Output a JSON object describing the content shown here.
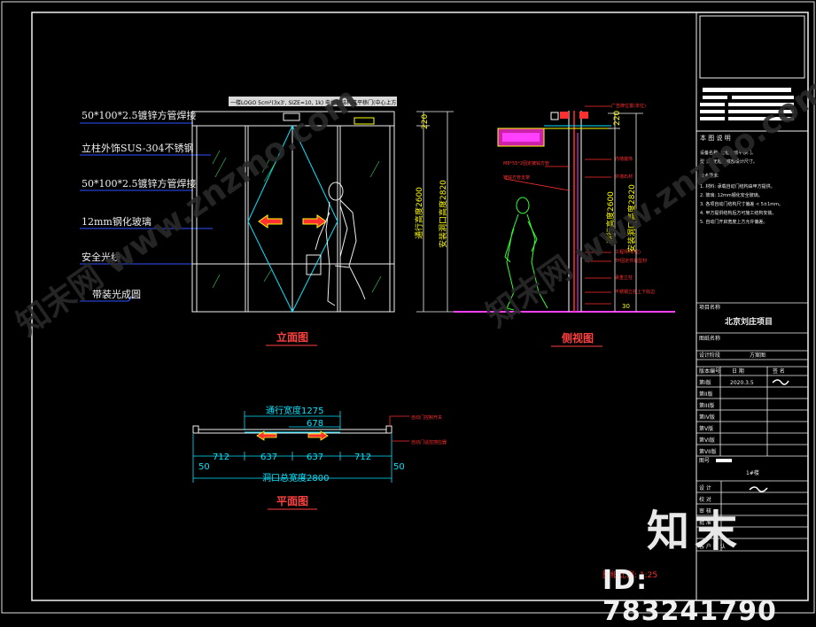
{
  "elevation": {
    "title": "立面图",
    "top_note": "一楼LOGO 5cm²(3x3', SIZE=10, 1k) 电控钢结构幕平移门(中心上方)留洞1.5米",
    "labels": [
      "50*100*2.5镀锌方管焊接",
      "立柱外饰SUS-304不锈钢",
      "50*100*2.5镀锌方管焊接",
      "12mm钢化玻璃",
      "安全光线",
      "带装光成圆"
    ],
    "dim_top": "220",
    "dim_clear": "通行高度2600",
    "dim_install": "安装洞口高度2820"
  },
  "side": {
    "title": "侧视图",
    "labels": [
      "广告牌位置(单位)",
      "内墙装饰",
      "M8*55*2固定镀锌方管",
      "镀锌方管支架",
      "外墙石材",
      "工程师(单位)",
      "TP固定件铝型材",
      "承重立柱",
      "不锈钢立柱上下收边"
    ],
    "dim_top": "220",
    "dim_clear": "通行高度2600",
    "dim_install": "安装洞口高度2820",
    "dim_bottom": "30"
  },
  "plan": {
    "title": "平面图",
    "dim_pass": "通行宽度1275",
    "dim_center": "678",
    "segments": [
      "712",
      "637",
      "637",
      "712"
    ],
    "side_dims": [
      "50",
      "50"
    ],
    "dim_total": "洞口总宽度2800",
    "notes": [
      "自动门控制开关",
      "自动门遥控感应器"
    ]
  },
  "title_block": {
    "notes_header": "本 图 说 明",
    "notes": [
      "设备名称: 无框自动平移门。",
      "型  式: 无框门底部设计尺寸。",
      "技术要求:",
      "1. 材料: 承载自动门结构由甲方提供。",
      "2. 玻璃: 12mm钢化安全玻璃。",
      "3. 各项自动门结构尺寸偏差 < 5±1mm。",
      "4. 甲方提供结构后方可施工结构安装。",
      "5. 自动门开启宽度上方允许偏差。"
    ],
    "project_label": "项目名称",
    "project_name": "北京刘庄项目",
    "drawing_name_label": "图纸名称",
    "design_stage_label": "设计阶段",
    "design_stage_value": "方案图",
    "version_header": [
      "版本编号",
      "日  期",
      "签  名"
    ],
    "versions": [
      "第I版",
      "第II版",
      "第III版",
      "第IV版",
      "第V版",
      "第VI版",
      "第VII版"
    ],
    "v1_date": "2020.3.5",
    "drawing_no_label": "图号",
    "drawing_no_value": "1#楼",
    "roles": [
      "设  计",
      "校  对",
      "审  核",
      "批  准",
      "客 户 确 认"
    ],
    "scale_text": "图纸比例: 1:25"
  },
  "watermark": {
    "logo": "知末",
    "id": "ID: 783241790"
  }
}
